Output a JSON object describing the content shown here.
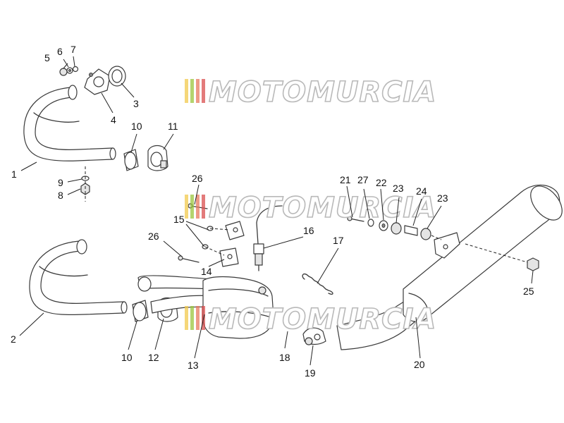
{
  "watermark": {
    "text": "MOTOMURCIA",
    "stripe_colors": [
      "#f2c94c",
      "#9bc53d",
      "#e8785e",
      "#d94f4f"
    ],
    "outline_color": "#b9b9b9"
  },
  "callouts": [
    "1",
    "2",
    "3",
    "4",
    "5",
    "6",
    "7",
    "8",
    "9",
    "10",
    "10",
    "11",
    "12",
    "13",
    "14",
    "15",
    "16",
    "17",
    "18",
    "19",
    "20",
    "21",
    "22",
    "23",
    "23",
    "24",
    "25",
    "26",
    "26",
    "27"
  ]
}
